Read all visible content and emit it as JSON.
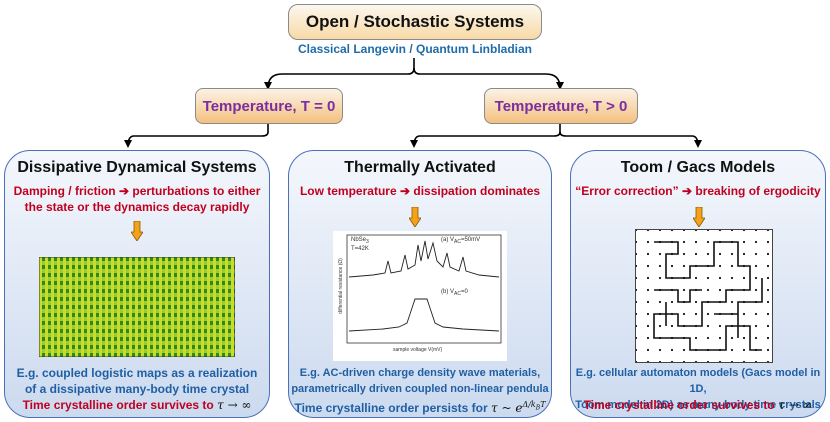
{
  "title": "Open / Stochastic Systems",
  "subtitle": "Classical Langevin / Quantum Linbladian",
  "temp_zero": "Temperature, T = 0",
  "temp_positive": "Temperature, T > 0",
  "colors": {
    "arrow_fill": "#f3a21a",
    "red_text": "#c0001e",
    "blue_text": "#1f5fa3",
    "purple_text": "#7a2fa0"
  },
  "panels": {
    "dissipative": {
      "title": "Dissipative Dynamical Systems",
      "red_a": "Damping / friction",
      "red_b": "perturbations to either",
      "red_line2": "the state or the dynamics decay rapidly",
      "blue_line1": "E.g. coupled logistic maps as a realization",
      "blue_line2": "of a dissipative many-body time crystal",
      "footer_text": "Time crystalline order survives to",
      "footer_math": "τ → ∞"
    },
    "thermal": {
      "title": "Thermally Activated",
      "red_a": "Low temperature",
      "red_b": "dissipation dominates",
      "blue_line1": "E.g. AC-driven charge density wave materials,",
      "blue_line2": "parametrically driven coupled non-linear pendula",
      "footer_text": "Time crystalline order persists for",
      "footer_math": "τ ~ e",
      "footer_exp": "Δ/k",
      "footer_exp_sub": "B",
      "footer_exp_tail": "T",
      "figure": {
        "label_material": "NbSe",
        "label_material_sub": "3",
        "label_temp": "T=42K",
        "label_a": "(a)  V",
        "label_a_sub": "AC",
        "label_a_tail": "=50mV",
        "label_b": "(b)  V",
        "label_b_sub": "AC",
        "label_b_tail": "=0",
        "xlabel": "sample voltage V(mV)",
        "ylabel": "differential resistance (Ω)"
      }
    },
    "toom": {
      "title": "Toom / Gacs Models",
      "red_a": "“Error correction”",
      "red_b": "breaking of ergodicity",
      "blue_line1": "E.g. cellular automaton models (Gacs model in 1D,",
      "blue_line2": "Toom model in 2D) as many-body time crystals",
      "footer_text": "Time crystalline order survives to",
      "footer_math": "τ → ∞"
    }
  }
}
